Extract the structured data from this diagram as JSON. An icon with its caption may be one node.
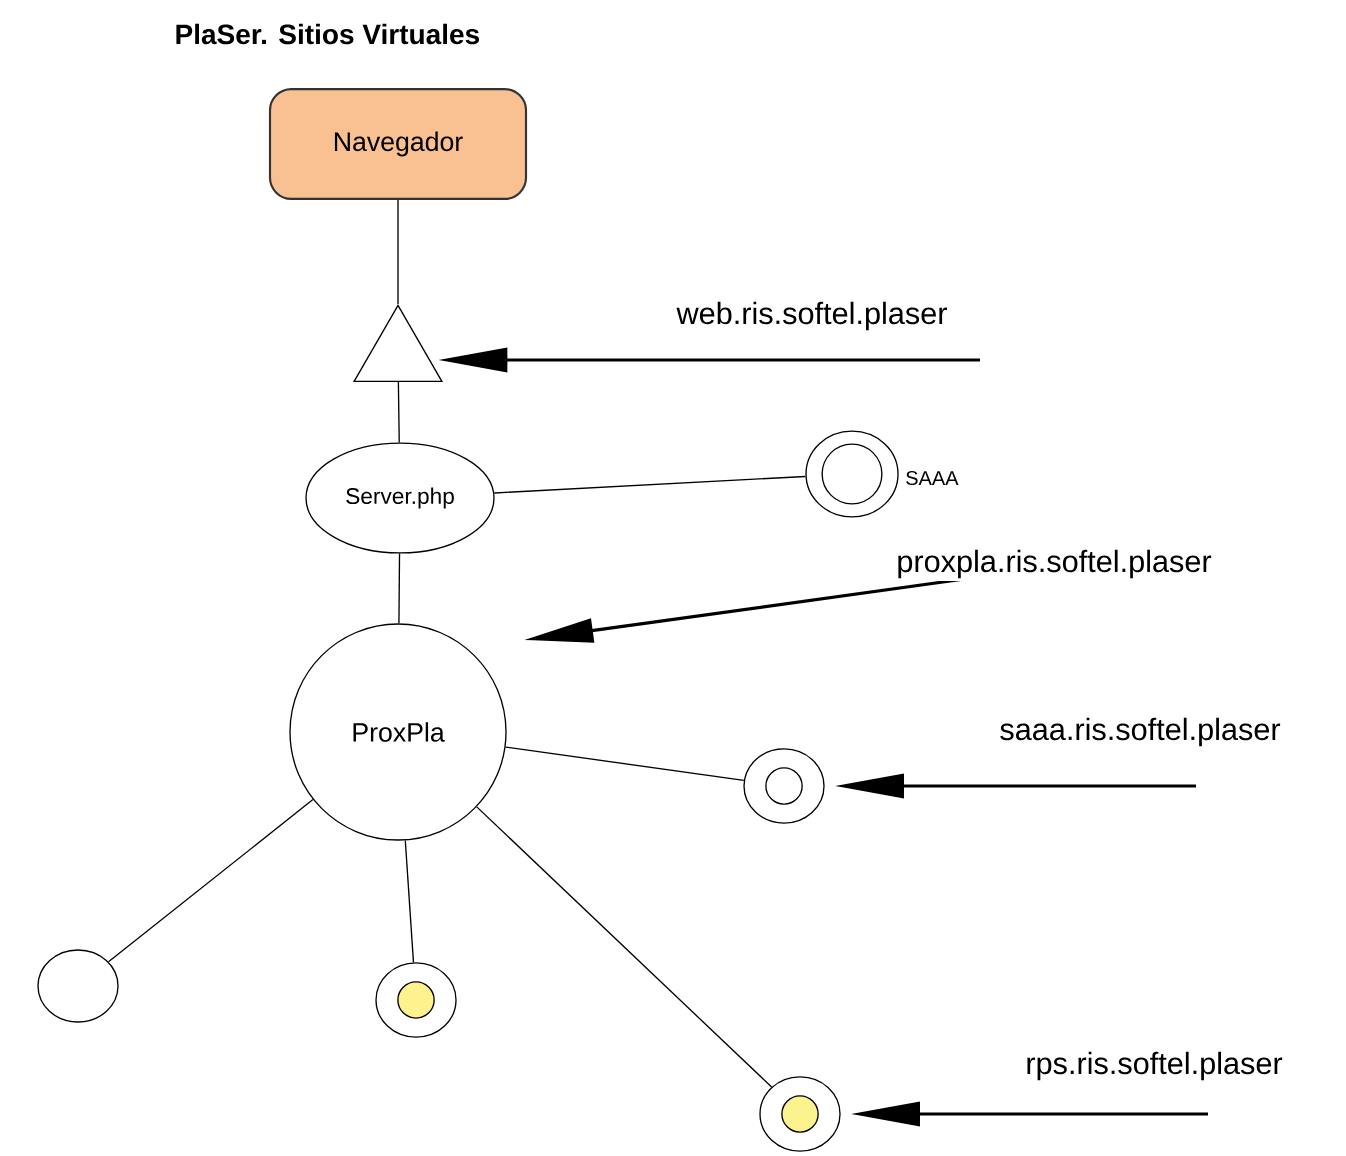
{
  "diagram": {
    "title": "PlaSer. Sitios Virtuales",
    "nodes": [
      {
        "text": [
          "Navegador"
        ]
      },
      {
        "text": [],
        "shape": "triangle"
      },
      {
        "text": [
          "Server.php"
        ]
      },
      {
        "text": [],
        "shape": "circle",
        "beside": [
          "SAAA"
        ]
      },
      {
        "text": [
          "ProxPla"
        ]
      },
      {
        "text": [],
        "shape": "circle"
      },
      {
        "text": [],
        "shape": "circle"
      },
      {
        "text": [],
        "shape": "circle"
      },
      {
        "text": [],
        "shape": "circle"
      }
    ],
    "edges": [
      {
        "from": 0,
        "to": 1,
        "arrow": "none"
      },
      {
        "from": 1,
        "to": 2,
        "arrow": "none"
      },
      {
        "from": 2,
        "to": 3,
        "arrow": "none"
      },
      {
        "from": 2,
        "to": 4,
        "arrow": "none"
      },
      {
        "from": 4,
        "to": 5,
        "arrow": "none"
      },
      {
        "from": 4,
        "to": 6,
        "arrow": "none"
      },
      {
        "from": 4,
        "to": 7,
        "arrow": "none"
      },
      {
        "from": 4,
        "to": 8,
        "arrow": "none"
      },
      {
        "from": null,
        "to": 1,
        "arrow": "to",
        "label": "web.ris.softel.plaser"
      },
      {
        "from": null,
        "to": 4,
        "arrow": "to",
        "label": "proxpla.ris.softel.plaser"
      },
      {
        "from": null,
        "to": 5,
        "arrow": "to",
        "label": "saaa.ris.softel.plaser"
      },
      {
        "from": null,
        "to": 8,
        "arrow": "to",
        "label": "rps.ris.softel.plaser"
      }
    ]
  }
}
